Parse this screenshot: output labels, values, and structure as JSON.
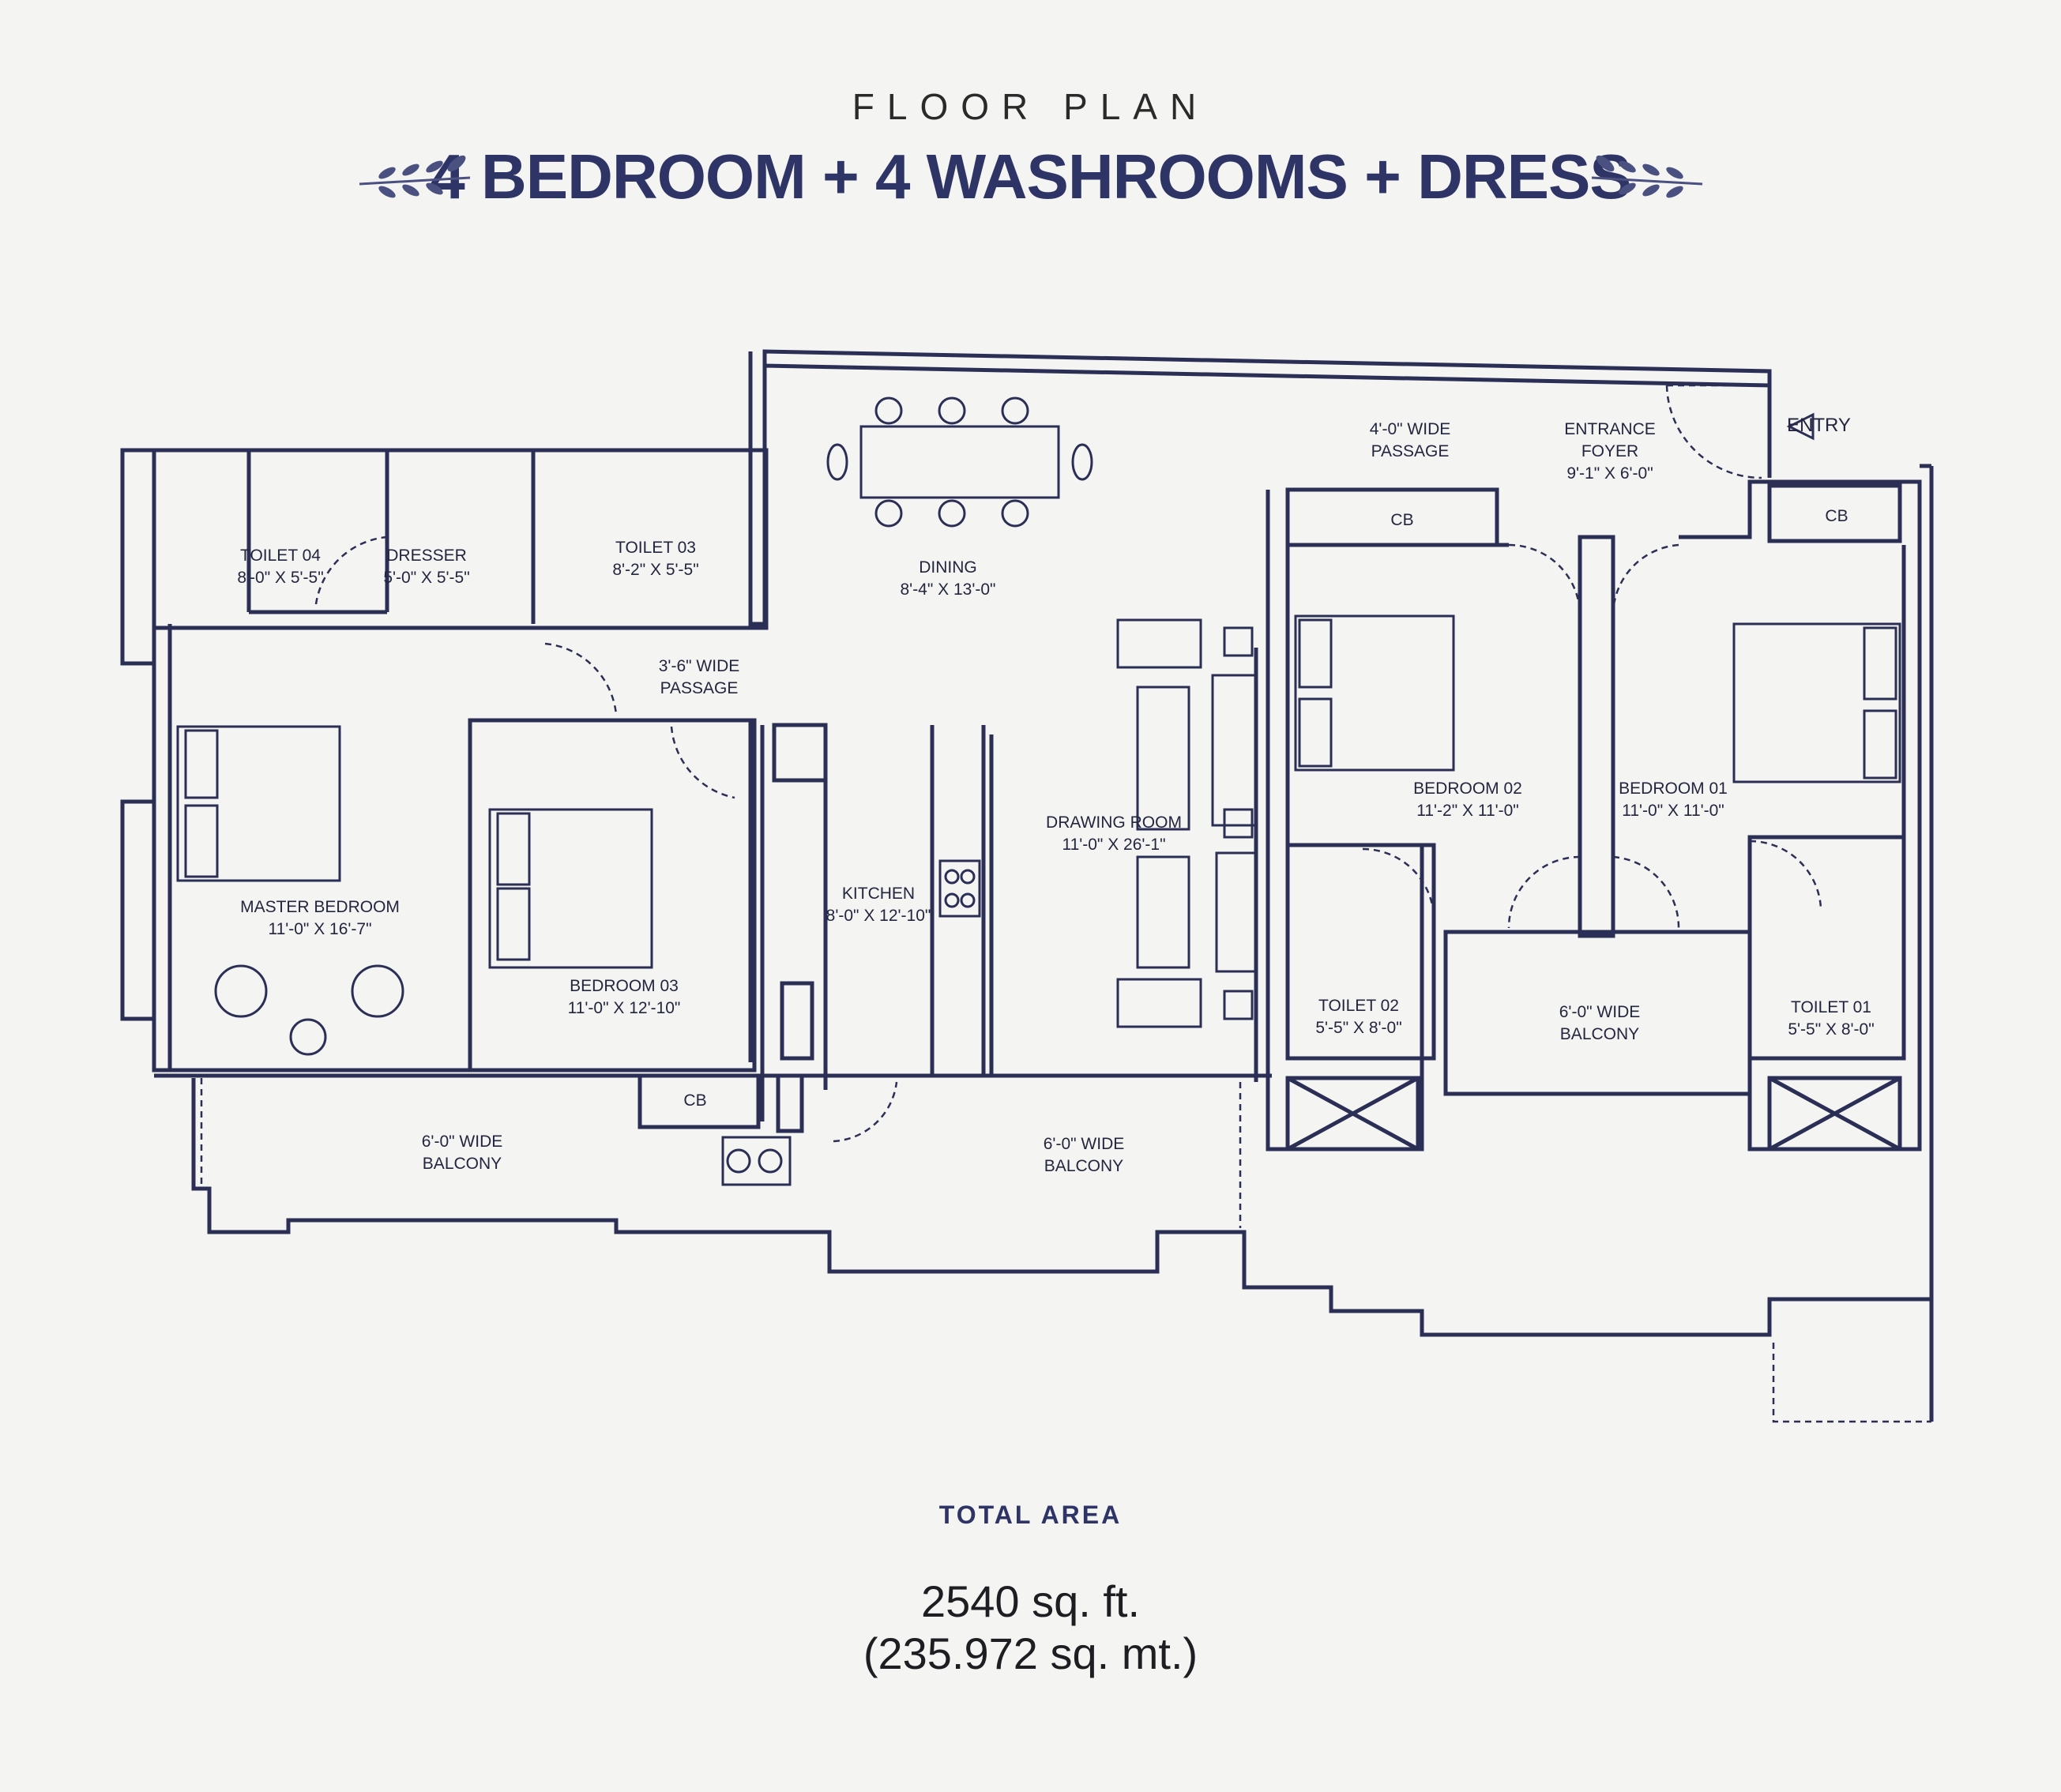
{
  "header": {
    "subtitle": "FLOOR PLAN",
    "title": "4 BEDROOM + 4 WASHROOMS + DRESS"
  },
  "entry_label": "ENTRY",
  "rooms": {
    "toilet04": {
      "name": "TOILET 04",
      "size": "8'-0\" X 5'-5\""
    },
    "dresser": {
      "name": "DRESSER",
      "size": "5'-0\" X 5'-5\""
    },
    "toilet03": {
      "name": "TOILET 03",
      "size": "8'-2\" X 5'-5\""
    },
    "dining": {
      "name": "DINING",
      "size": "8'-4\" X 13'-0\""
    },
    "passage_top": {
      "name": "4'-0\" WIDE",
      "size": "PASSAGE"
    },
    "foyer": {
      "name": "ENTRANCE",
      "name2": "FOYER",
      "size": "9'-1\" X 6'-0\""
    },
    "passage_mid": {
      "name": "3'-6\" WIDE",
      "size": "PASSAGE"
    },
    "master": {
      "name": "MASTER BEDROOM",
      "size": "11'-0\" X 16'-7\""
    },
    "bedroom03": {
      "name": "BEDROOM 03",
      "size": "11'-0\" X 12'-10\""
    },
    "kitchen": {
      "name": "KITCHEN",
      "size": "8'-0\" X 12'-10\""
    },
    "drawing": {
      "name": "DRAWING ROOM",
      "size": "11'-0\" X 26'-1\""
    },
    "bedroom02": {
      "name": "BEDROOM 02",
      "size": "11'-2\" X 11'-0\""
    },
    "bedroom01": {
      "name": "BEDROOM 01",
      "size": "11'-0\" X 11'-0\""
    },
    "toilet02": {
      "name": "TOILET 02",
      "size": "5'-5\" X 8'-0\""
    },
    "toilet01": {
      "name": "TOILET 01",
      "size": "5'-5\" X 8'-0\""
    },
    "balcony_right": {
      "name": "6'-0\" WIDE",
      "size": "BALCONY"
    },
    "balcony_left": {
      "name": "6'-0\" WIDE",
      "size": "BALCONY"
    },
    "balcony_center": {
      "name": "6'-0\" WIDE",
      "size": "BALCONY"
    }
  },
  "cupboard_label": "CB",
  "total": {
    "label": "TOTAL AREA",
    "sqft": "2540 sq. ft.",
    "sqmt": "(235.972 sq. mt.)"
  },
  "colors": {
    "line": "#2b2f55",
    "title": "#2f3466",
    "background": "#f4f4f2"
  }
}
